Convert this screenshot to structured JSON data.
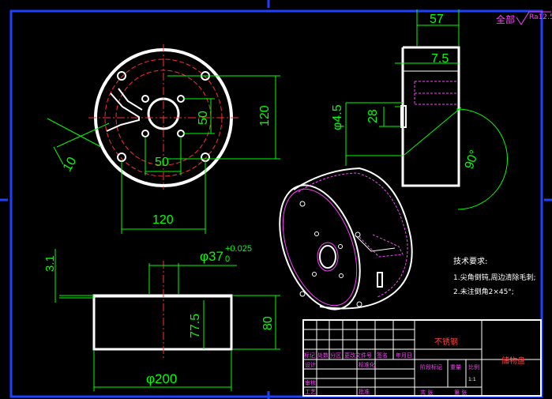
{
  "roughness": {
    "label": "全部",
    "value": "Ra12.5"
  },
  "dims": {
    "d57": "57",
    "d7_5": "7.5",
    "d28": "28",
    "d4_5": "φ4.5",
    "d90": "90°",
    "d120v": "120",
    "d50v": "50",
    "d50h": "50",
    "d120h": "120",
    "d10": "10",
    "d3_1": "3.1",
    "d37": "φ37",
    "d37_tol_up": "+0.025",
    "d37_tol_low": "0",
    "d77_5": "77.5",
    "d80": "80",
    "d200": "φ200"
  },
  "tech": {
    "title": "技术要求:",
    "line1": "1.尖角倒钝,周边清除毛刺;",
    "line2": "2.未注倒角2×45°;"
  },
  "titleblock": {
    "material": "不锈钢",
    "part_name": "储物盘",
    "row_mark": "标记",
    "row_count": "处数",
    "row_zone": "分区",
    "row_docno": "更改文件号",
    "row_sign": "签名",
    "row_date": "年月日",
    "designer": "设计",
    "stdize": "标准化",
    "stage": "阶段标记",
    "weight": "重量",
    "scale": "比例",
    "scale_val": "1:1",
    "checker": "审核",
    "process": "工艺",
    "approve": "批准",
    "sheets_total": "共  张",
    "sheet_no": "第  张"
  }
}
